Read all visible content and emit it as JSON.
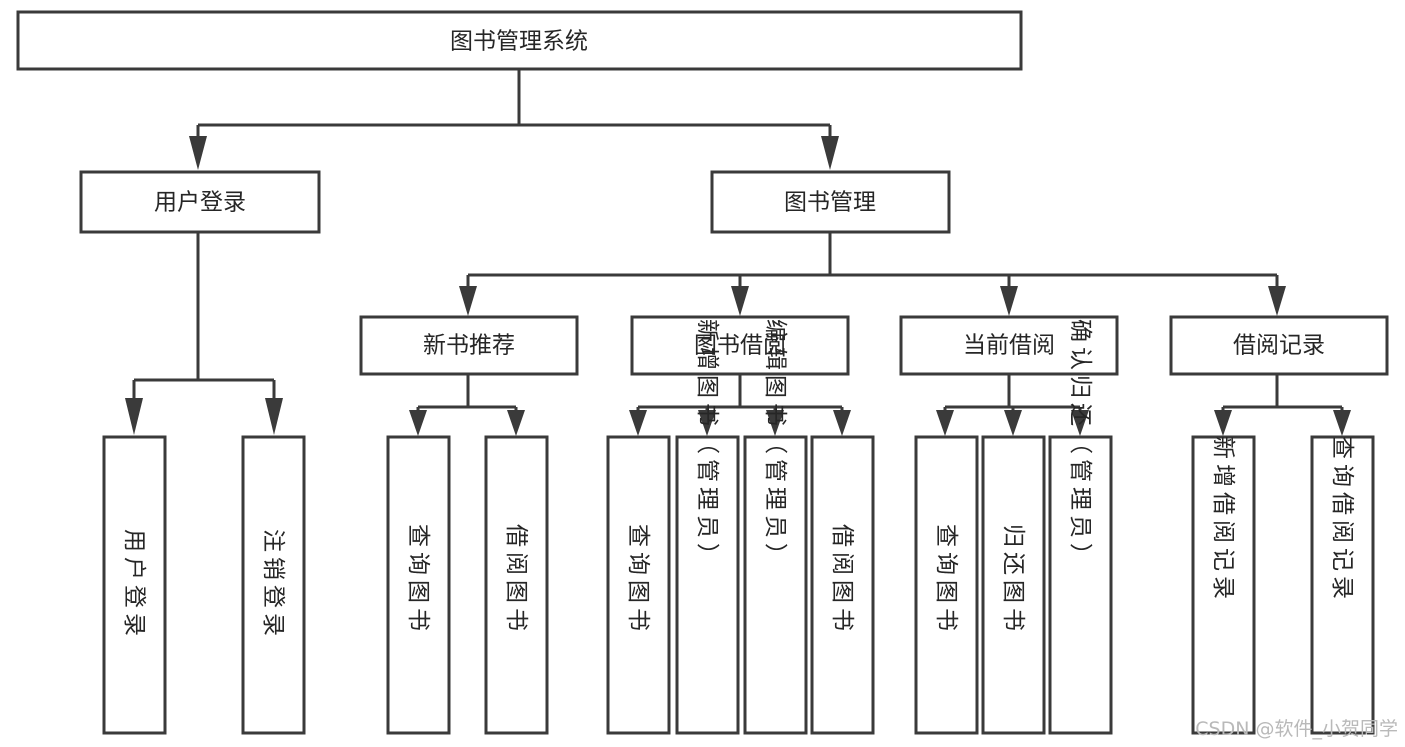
{
  "diagram": {
    "type": "tree-hierarchy-chart",
    "title": "图书管理系统",
    "orientation": "top-down",
    "colors": {
      "box_stroke": "#3a3a3a",
      "box_fill": "#ffffff",
      "text": "#262626",
      "connector": "#3a3a3a",
      "watermark": "#b9b9b9",
      "background": "#ffffff"
    },
    "levels": {
      "level0": [
        "图书管理系统"
      ],
      "level1": [
        "用户登录",
        "图书管理"
      ],
      "level2": [
        "新书推荐",
        "图书借阅",
        "当前借阅",
        "借阅记录"
      ],
      "level3": [
        "用户登录",
        "注销登录",
        "查询图书",
        "借阅图书",
        "查询图书",
        "新增图书（管理员）",
        "编辑图书（管理员）",
        "借阅图书",
        "查询图书",
        "归还图书",
        "确认归还（管理员）",
        "新增借阅记录",
        "查询借阅记录"
      ]
    },
    "nodes": {
      "root": {
        "label": "图书管理系统"
      },
      "user_login": {
        "label": "用户登录"
      },
      "book_manage": {
        "label": "图书管理"
      },
      "new_book_rec": {
        "label": "新书推荐"
      },
      "book_borrow": {
        "label": "图书借阅"
      },
      "current_borrow": {
        "label": "当前借阅"
      },
      "borrow_record": {
        "label": "借阅记录"
      },
      "leaf_user_login": {
        "label": "用户登录"
      },
      "leaf_logout": {
        "label": "注销登录"
      },
      "leaf_query_book_1": {
        "label": "查询图书"
      },
      "leaf_borrow_book_1": {
        "label": "借阅图书"
      },
      "leaf_query_book_2": {
        "label": "查询图书"
      },
      "leaf_add_book": {
        "label": "新增图书（管理员）"
      },
      "leaf_edit_book": {
        "label": "编辑图书（管理员）"
      },
      "leaf_borrow_book_2": {
        "label": "借阅图书"
      },
      "leaf_query_book_3": {
        "label": "查询图书"
      },
      "leaf_return_book": {
        "label": "归还图书"
      },
      "leaf_confirm_return": {
        "label": "确认归还（管理员）"
      },
      "leaf_add_record": {
        "label": "新增借阅记录"
      },
      "leaf_query_record": {
        "label": "查询借阅记录"
      }
    },
    "edges": [
      {
        "from": "root",
        "to": "user_login"
      },
      {
        "from": "root",
        "to": "book_manage"
      },
      {
        "from": "user_login",
        "to": "leaf_user_login"
      },
      {
        "from": "user_login",
        "to": "leaf_logout"
      },
      {
        "from": "book_manage",
        "to": "new_book_rec"
      },
      {
        "from": "book_manage",
        "to": "book_borrow"
      },
      {
        "from": "book_manage",
        "to": "current_borrow"
      },
      {
        "from": "book_manage",
        "to": "borrow_record"
      },
      {
        "from": "new_book_rec",
        "to": "leaf_query_book_1"
      },
      {
        "from": "new_book_rec",
        "to": "leaf_borrow_book_1"
      },
      {
        "from": "book_borrow",
        "to": "leaf_query_book_2"
      },
      {
        "from": "book_borrow",
        "to": "leaf_add_book"
      },
      {
        "from": "book_borrow",
        "to": "leaf_edit_book"
      },
      {
        "from": "book_borrow",
        "to": "leaf_borrow_book_2"
      },
      {
        "from": "current_borrow",
        "to": "leaf_query_book_3"
      },
      {
        "from": "current_borrow",
        "to": "leaf_return_book"
      },
      {
        "from": "current_borrow",
        "to": "leaf_confirm_return"
      },
      {
        "from": "borrow_record",
        "to": "leaf_add_record"
      },
      {
        "from": "borrow_record",
        "to": "leaf_query_record"
      }
    ]
  },
  "watermark": {
    "text": "CSDN @软件_小贺同学"
  }
}
